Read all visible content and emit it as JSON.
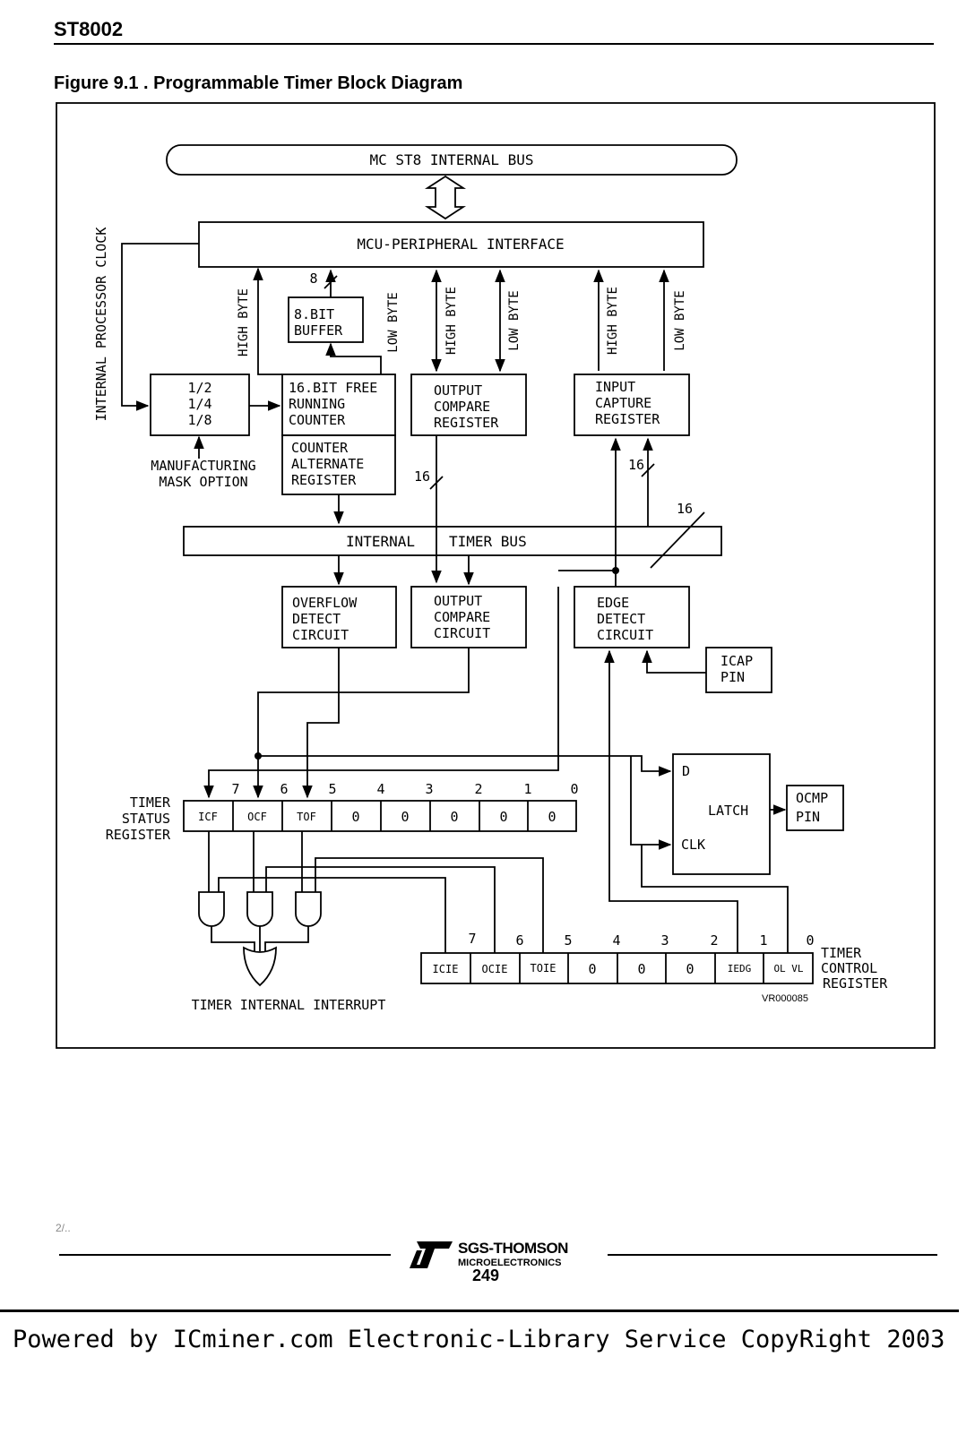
{
  "header": {
    "part": "ST8002"
  },
  "figure": {
    "title": "Figure 9.1 . Programmable Timer Block Diagram",
    "code": "VR000085"
  },
  "labels": {
    "bus": "MC ST8 INTERNAL BUS",
    "mcu": "MCU-PERIPHERAL INTERFACE",
    "clock": "INTERNAL PROCESSOR CLOCK",
    "div": [
      "1/2",
      "1/4",
      "1/8"
    ],
    "mfg": [
      "MANUFACTURING",
      "MASK OPTION"
    ],
    "buffer": [
      "8.BIT",
      "BUFFER"
    ],
    "counter": [
      "16.BIT FREE",
      "RUNNING",
      "COUNTER"
    ],
    "alt": [
      "COUNTER",
      "ALTERNATE",
      "REGISTER"
    ],
    "ocr": [
      "OUTPUT",
      "COMPARE",
      "REGISTER"
    ],
    "icr": [
      "INPUT",
      "CAPTURE",
      "REGISTER"
    ],
    "high_byte": "HIGH BYTE",
    "low_byte": "LOW BYTE",
    "w8": "8",
    "w16": "16",
    "itbus1": "INTERNAL",
    "itbus2": "TIMER BUS",
    "ovf": [
      "OVERFLOW",
      "DETECT",
      "CIRCUIT"
    ],
    "occ": [
      "OUTPUT",
      "COMPARE",
      "CIRCUIT"
    ],
    "edge": [
      "EDGE",
      "DETECT",
      "CIRCUIT"
    ],
    "icap": [
      "ICAP",
      "PIN"
    ],
    "latch": "LATCH",
    "latch_d": "D",
    "latch_clk": "CLK",
    "ocmp": [
      "OCMP",
      "PIN"
    ],
    "tsr_name": [
      "TIMER",
      "STATUS",
      "REGISTER"
    ],
    "tcr_name": [
      "TIMER",
      "CONTROL",
      "REGISTER"
    ],
    "interrupt": "TIMER INTERNAL INTERRUPT"
  },
  "tsr": {
    "bits": [
      "7",
      "6",
      "5",
      "4",
      "3",
      "2",
      "1",
      "0"
    ],
    "cells": [
      "ICF",
      "OCF",
      "TOF",
      "0",
      "0",
      "0",
      "0",
      "0"
    ]
  },
  "tcr": {
    "bits": [
      "7",
      "6",
      "5",
      "4",
      "3",
      "2",
      "1",
      "0"
    ],
    "cells": [
      "ICIE",
      "OCIE",
      "TOIE",
      "0",
      "0",
      "0",
      "IEDG",
      "OL VL"
    ]
  },
  "footer": {
    "page_mark": "2/..",
    "brand": "SGS-THOMSON",
    "sub": "MICROELECTRONICS",
    "page_num": "249",
    "powered": "Powered by ICminer.com Electronic-Library Service CopyRight 2003"
  }
}
